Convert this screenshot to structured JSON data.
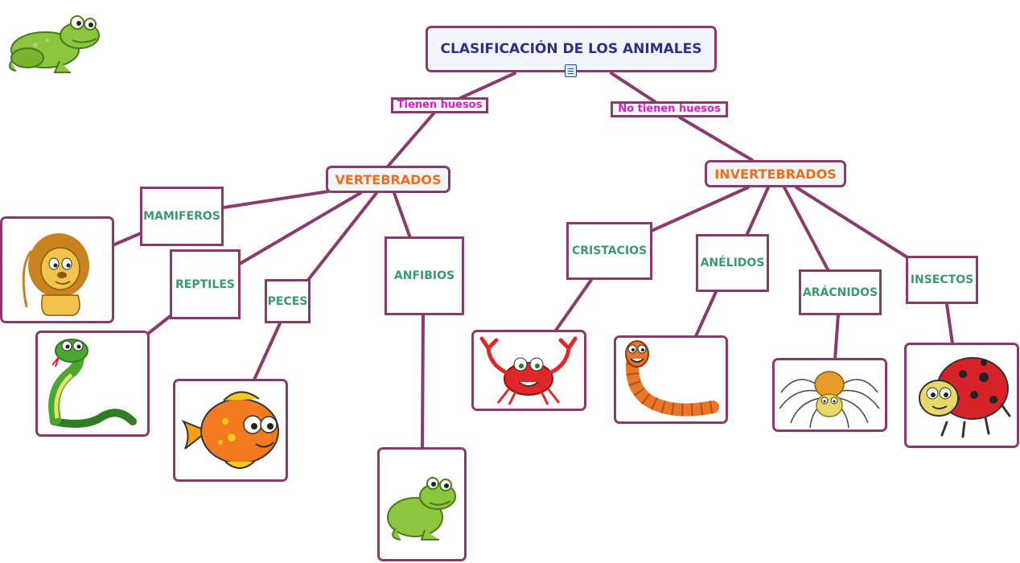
{
  "title": "CLASIFICACIÓN DE LOS ANIMALES",
  "relations": {
    "left": "Tienen huesos",
    "right": "No tienen huesos"
  },
  "groups": {
    "vertebrados": "VERTEBRADOS",
    "invertebrados": "INVERTEBRADOS"
  },
  "categories": {
    "mamiferos": "MAMIFEROS",
    "reptiles": "REPTILES",
    "peces": "PECES",
    "anfibios": "ANFIBIOS",
    "cristacios": "CRISTACIOS",
    "anelidos": "ANÉLIDOS",
    "aracnidos": "ARÁCNIDOS",
    "insectos": "INSECTOS"
  },
  "images": {
    "mamiferos": "lion",
    "reptiles": "snake",
    "peces": "fish",
    "anfibios": "frog",
    "cristacios": "crab",
    "anelidos": "worm",
    "aracnidos": "spider",
    "insectos": "ladybug",
    "logo": "frog"
  },
  "colors": {
    "title_text": "#2e2e8c",
    "group_text": "#f26d18",
    "category_text": "#3a9a72",
    "relation_text": "#e018d4",
    "border": "#8b3a6c"
  }
}
